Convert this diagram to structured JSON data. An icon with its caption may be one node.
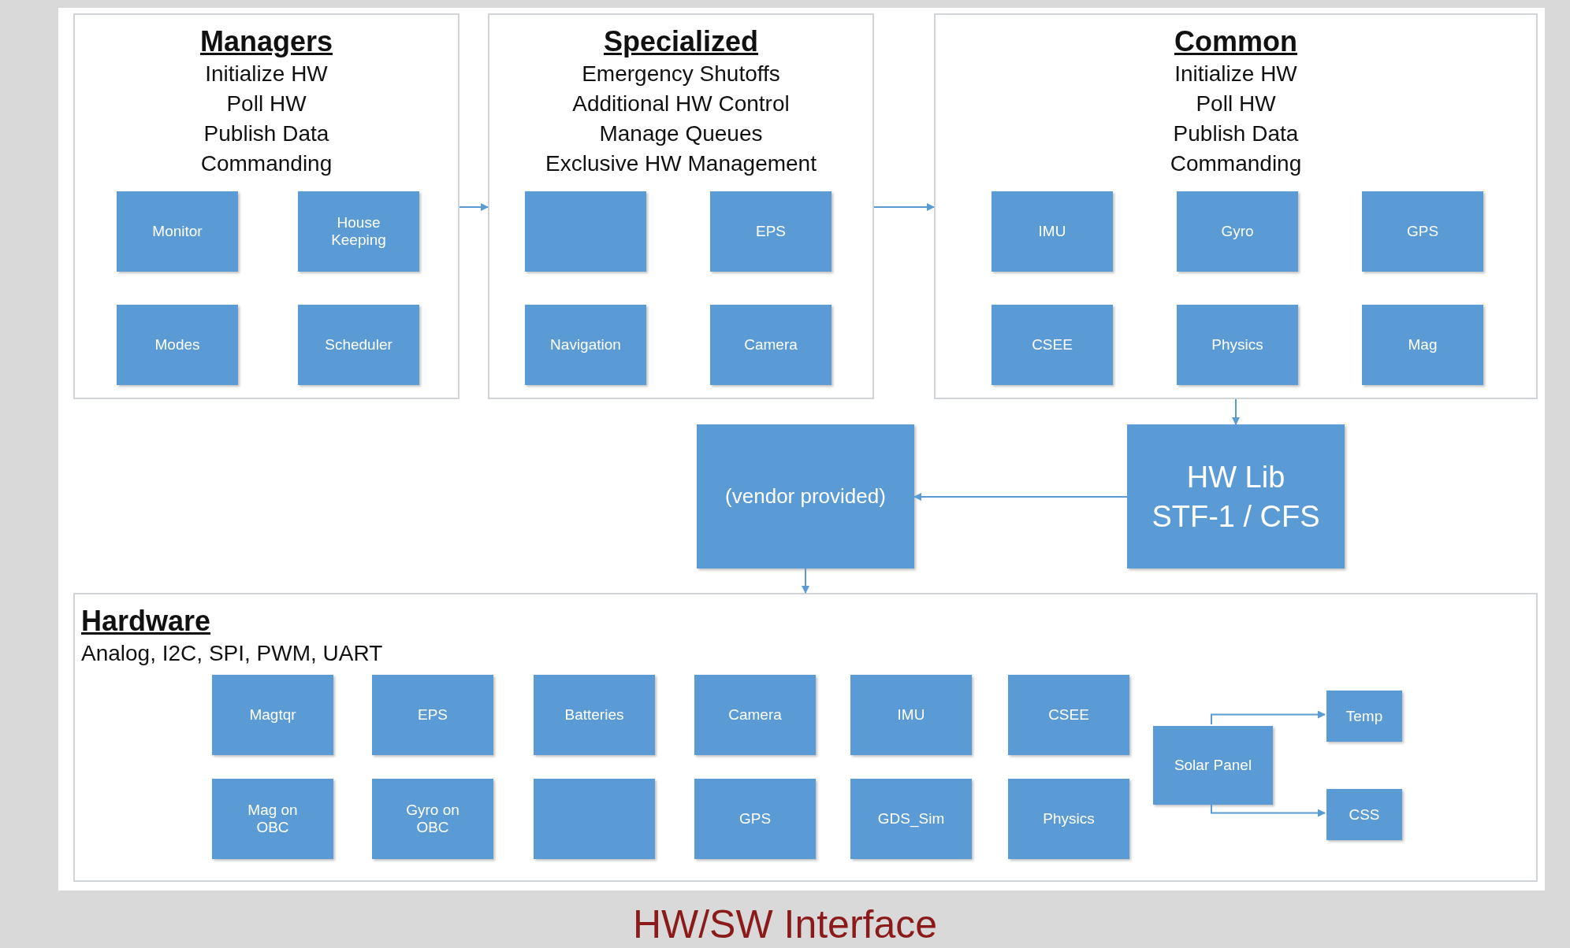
{
  "diagram": {
    "caption": "HW/SW Interface",
    "nodes": [
      {
        "text": [
          "Managers",
          "Initialize HW",
          "Poll HW",
          "Publish Data",
          "Commanding"
        ]
      },
      {
        "text": [
          "Monitor"
        ],
        "in": 0
      },
      {
        "text": [
          "House Keeping"
        ],
        "in": 0
      },
      {
        "text": [
          "Modes"
        ],
        "in": 0
      },
      {
        "text": [
          "Scheduler"
        ],
        "in": 0
      },
      {
        "text": [
          "Specialized",
          "Emergency Shutoffs",
          "Additional HW Control",
          "Manage Queues",
          "Exclusive HW Management"
        ]
      },
      {
        "text": [],
        "shape": "box",
        "in": 5
      },
      {
        "text": [
          "EPS"
        ],
        "in": 5
      },
      {
        "text": [
          "Navigation"
        ],
        "in": 5
      },
      {
        "text": [
          "Camera"
        ],
        "in": 5
      },
      {
        "text": [
          "Common",
          "Initialize HW",
          "Poll HW",
          "Publish Data",
          "Commanding"
        ]
      },
      {
        "text": [
          "IMU"
        ],
        "in": 10
      },
      {
        "text": [
          "Gyro"
        ],
        "in": 10
      },
      {
        "text": [
          "GPS"
        ],
        "in": 10
      },
      {
        "text": [
          "CSEE"
        ],
        "in": 10
      },
      {
        "text": [
          "Physics"
        ],
        "in": 10
      },
      {
        "text": [
          "Mag"
        ],
        "in": 10
      },
      {
        "text": [
          "(vendor provided)"
        ]
      },
      {
        "text": [
          "HW Lib",
          "STF-1 / CFS"
        ]
      },
      {
        "text": [
          "Hardware",
          "Analog, I2C, SPI, PWM, UART"
        ]
      },
      {
        "text": [
          "Magtqr"
        ],
        "in": 19
      },
      {
        "text": [
          "EPS"
        ],
        "in": 19
      },
      {
        "text": [
          "Batteries"
        ],
        "in": 19
      },
      {
        "text": [
          "Camera"
        ],
        "in": 19
      },
      {
        "text": [
          "IMU"
        ],
        "in": 19
      },
      {
        "text": [
          "CSEE"
        ],
        "in": 19
      },
      {
        "text": [
          "Mag on OBC"
        ],
        "in": 19
      },
      {
        "text": [
          "Gyro on OBC"
        ],
        "in": 19
      },
      {
        "text": [],
        "shape": "box",
        "in": 19
      },
      {
        "text": [
          "GPS"
        ],
        "in": 19
      },
      {
        "text": [
          "GDS_Sim"
        ],
        "in": 19
      },
      {
        "text": [
          "Physics"
        ],
        "in": 19
      },
      {
        "text": [
          "Solar Panel"
        ],
        "in": 19
      },
      {
        "text": [
          "Temp"
        ],
        "in": 19
      },
      {
        "text": [
          "CSS"
        ],
        "in": 19
      }
    ],
    "edges": [
      {
        "from": 0,
        "to": 5,
        "arrow": "to"
      },
      {
        "from": 5,
        "to": 10,
        "arrow": "to"
      },
      {
        "from": 10,
        "to": 18,
        "arrow": "to"
      },
      {
        "from": 18,
        "to": 17,
        "arrow": "to"
      },
      {
        "from": 17,
        "to": 19,
        "arrow": "to"
      },
      {
        "from": 32,
        "to": 33,
        "arrow": "to"
      },
      {
        "from": 32,
        "to": 34,
        "arrow": "to"
      }
    ]
  }
}
